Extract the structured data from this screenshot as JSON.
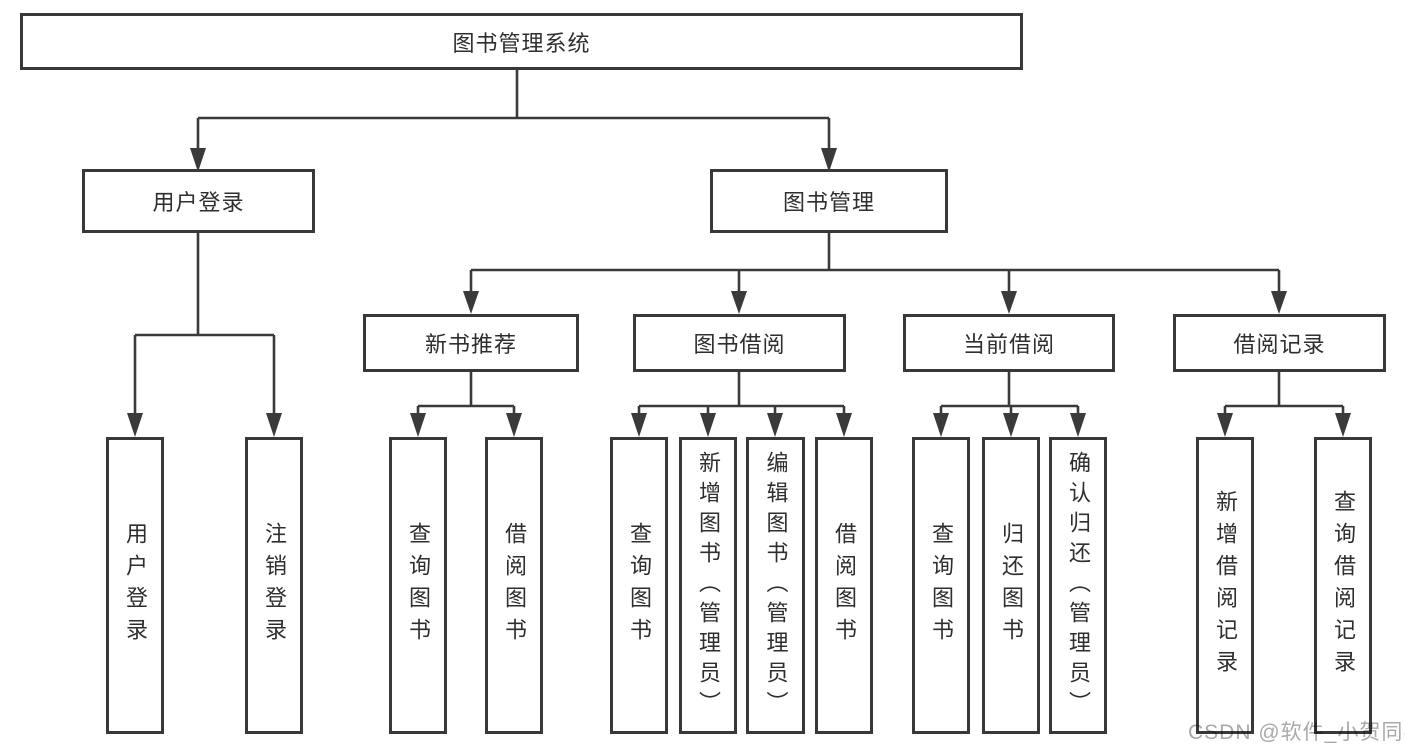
{
  "root": {
    "label": "图书管理系统"
  },
  "level2": {
    "user_login": {
      "label": "用户登录"
    },
    "book_management": {
      "label": "图书管理"
    }
  },
  "level3": {
    "new_book_recommend": {
      "label": "新书推荐"
    },
    "book_borrowing": {
      "label": "图书借阅"
    },
    "current_borrowing": {
      "label": "当前借阅"
    },
    "borrowing_records": {
      "label": "借阅记录"
    }
  },
  "leaves": {
    "user_login": [
      "用户登录",
      "注销登录"
    ],
    "new_book_recommend": [
      "查询图书",
      "借阅图书"
    ],
    "book_borrowing": [
      "查询图书",
      "新增图书（管理员）",
      "编辑图书（管理员）",
      "借阅图书"
    ],
    "current_borrowing": [
      "查询图书",
      "归还图书",
      "确认归还（管理员）"
    ],
    "borrowing_records": [
      "新增借阅记录",
      "查询借阅记录"
    ]
  },
  "watermark": "CSDN @软件_小贺同学",
  "colors": {
    "line": "#3a3a3a",
    "border": "#383838",
    "text": "#2e2e2e",
    "watermark": "#a9a9a9",
    "background": "#ffffff"
  }
}
